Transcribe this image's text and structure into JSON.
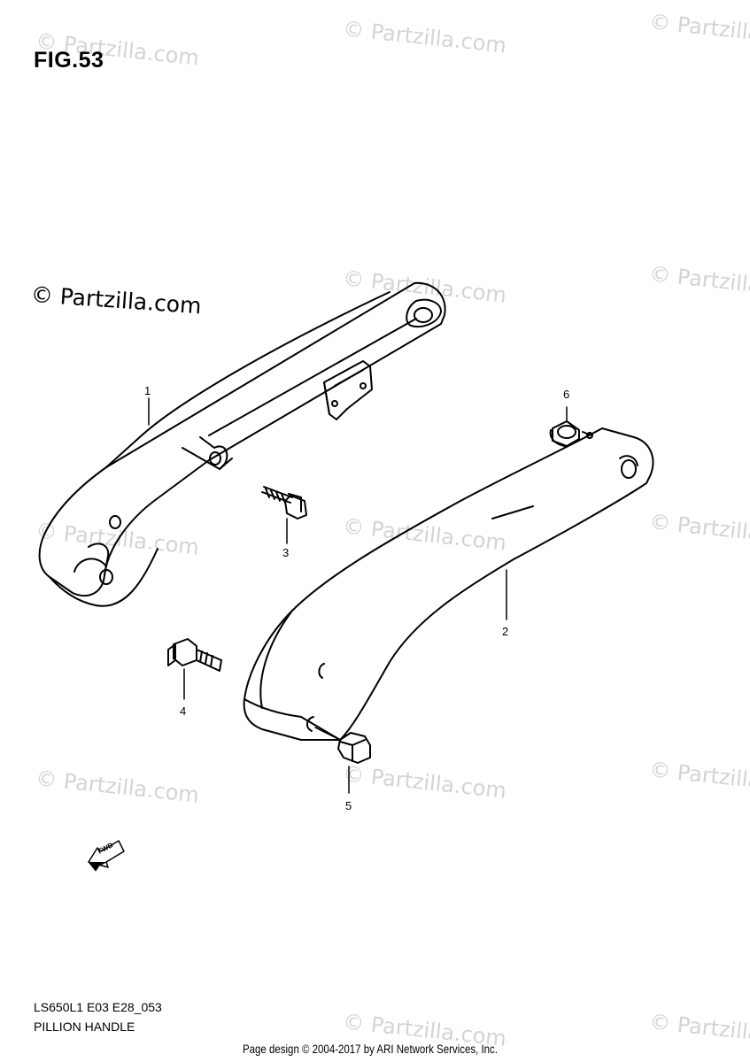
{
  "figure": {
    "title": "FIG.53"
  },
  "watermark": "© Partzilla.com",
  "copyright": "© Partzilla.com",
  "parts": [
    {
      "number": "1"
    },
    {
      "number": "2"
    },
    {
      "number": "3"
    },
    {
      "number": "4"
    },
    {
      "number": "5"
    },
    {
      "number": "6"
    }
  ],
  "fwd_arrow": {
    "label": "FWD"
  },
  "footer": {
    "model_code": "LS650L1 E03 E28_053",
    "caption": "PILLION HANDLE",
    "page_design": "Page design © 2004-2017 by ARI Network Services, Inc."
  }
}
